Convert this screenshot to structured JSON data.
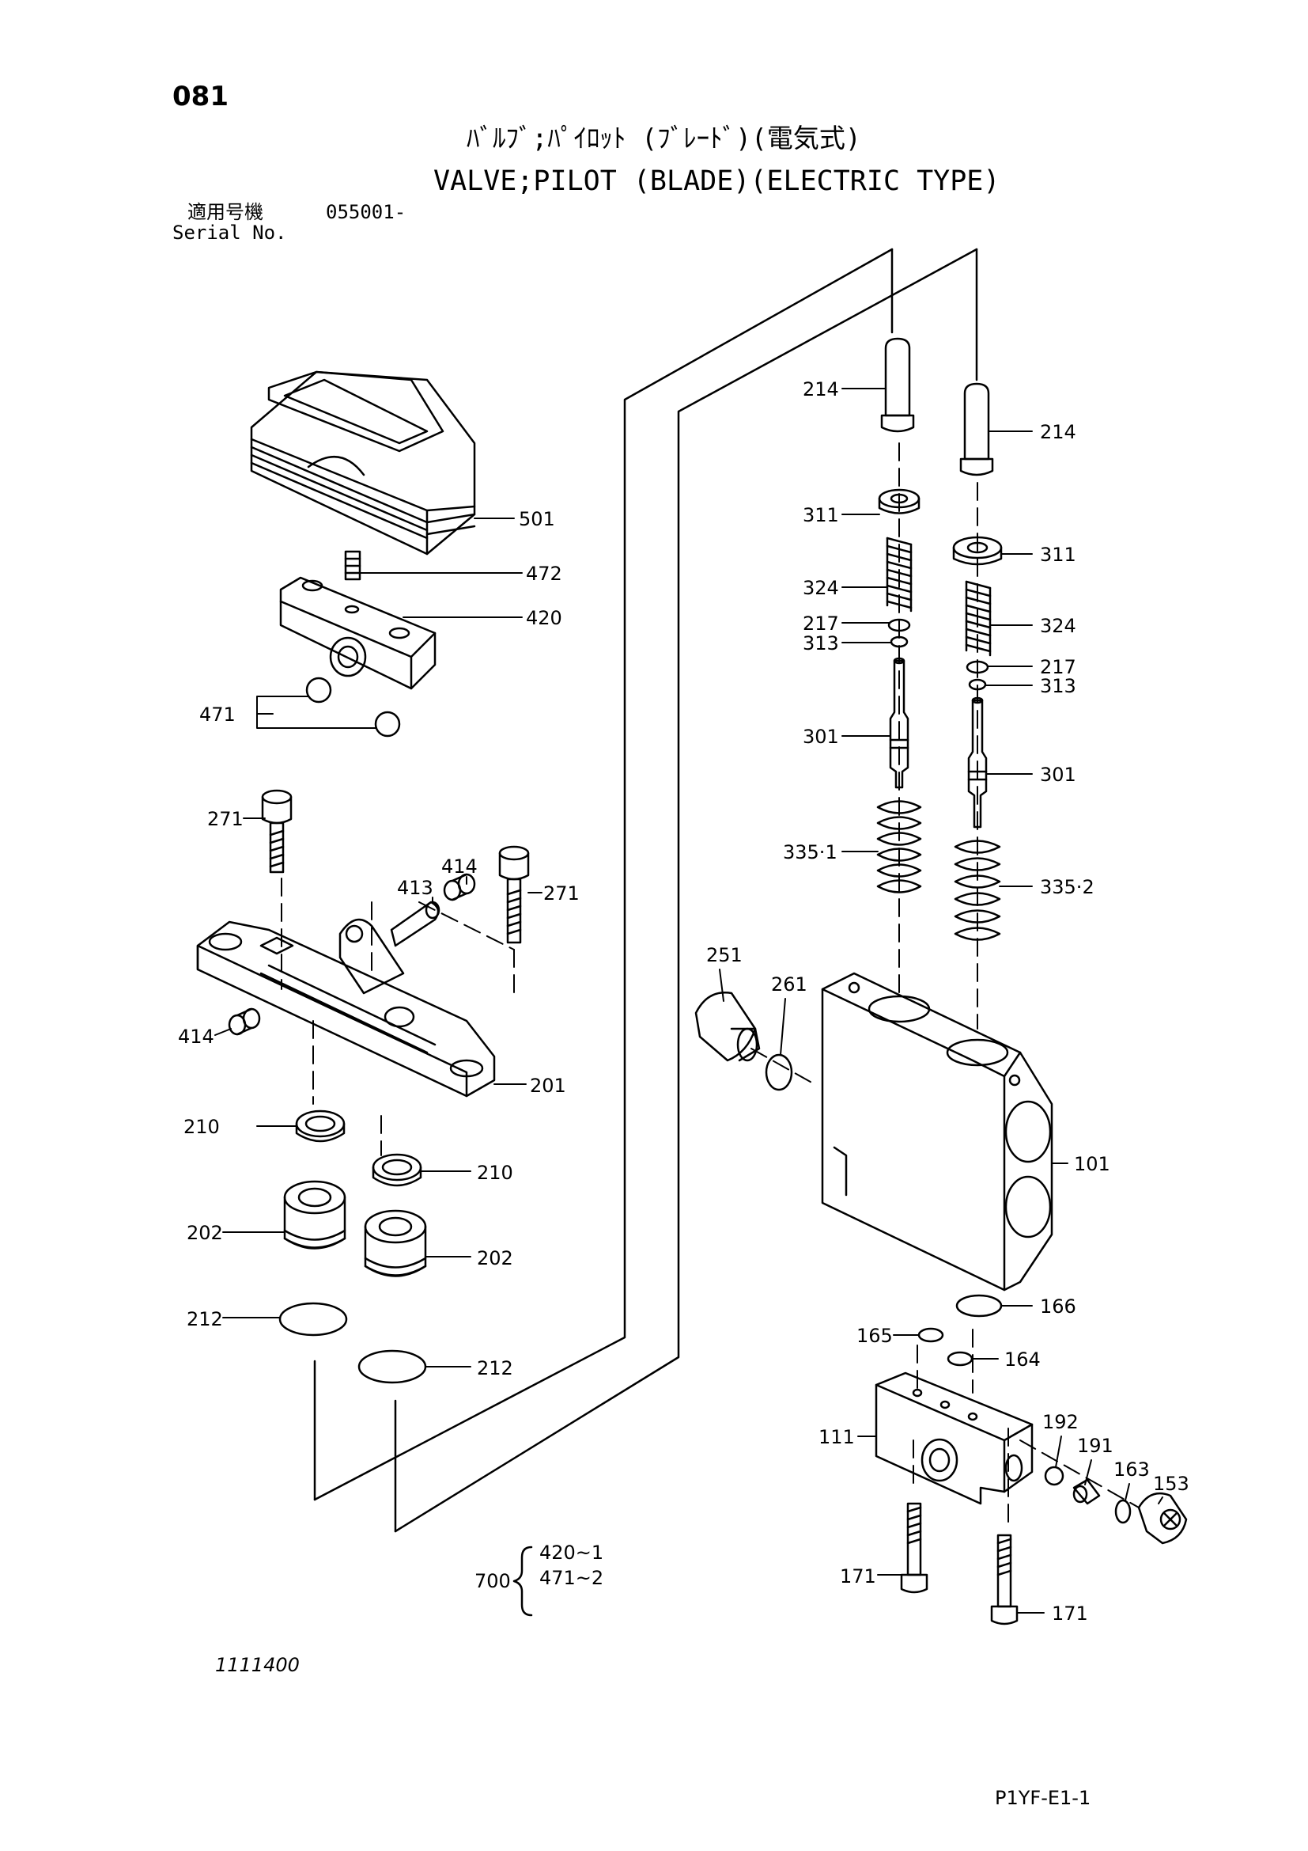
{
  "header": {
    "page_number": "081",
    "title_jp": "ﾊﾞﾙﾌﾞ;ﾊﾟｲﾛｯﾄ (ﾌﾞﾚｰﾄﾞ)(電気式)",
    "title_en": "VALVE;PILOT (BLADE)(ELECTRIC TYPE)",
    "serial_label_jp": "適用号機",
    "serial_value": "055001-",
    "serial_label_en": "Serial No."
  },
  "parts": {
    "p501": "501",
    "p472": "472",
    "p420": "420",
    "p471": "471",
    "p271a": "271",
    "p271b": "271",
    "p414a": "414",
    "p414b": "414",
    "p413": "413",
    "p201": "201",
    "p210a": "210",
    "p210b": "210",
    "p202a": "202",
    "p202b": "202",
    "p212a": "212",
    "p212b": "212",
    "p214a": "214",
    "p214b": "214",
    "p311a": "311",
    "p311b": "311",
    "p324a": "324",
    "p324b": "324",
    "p217a": "217",
    "p217b": "217",
    "p313a": "313",
    "p313b": "313",
    "p301a": "301",
    "p301b": "301",
    "p3351": "335·1",
    "p3352": "335·2",
    "p251": "251",
    "p261": "261",
    "p101": "101",
    "p166": "166",
    "p165": "165",
    "p164": "164",
    "p111": "111",
    "p192": "192",
    "p191": "191",
    "p163": "163",
    "p153": "153",
    "p171a": "171",
    "p171b": "171"
  },
  "kit": {
    "number": "700",
    "item1": "420~1",
    "item2": "471~2"
  },
  "footer": {
    "drawing_number": "1111400",
    "page_code": "P1YF-E1-1"
  }
}
